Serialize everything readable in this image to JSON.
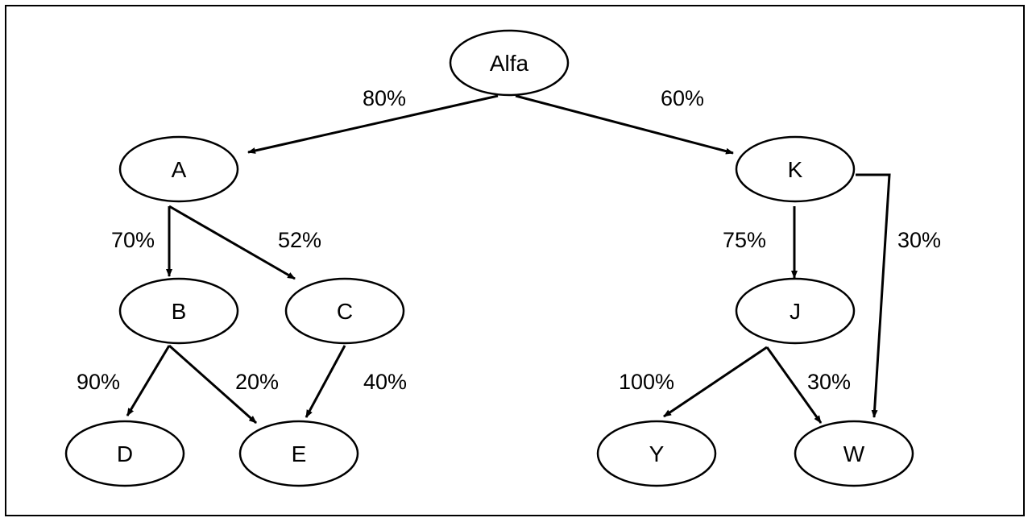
{
  "nodes": [
    {
      "id": "alfa",
      "label": "Alfa"
    },
    {
      "id": "a",
      "label": "A"
    },
    {
      "id": "k",
      "label": "K"
    },
    {
      "id": "b",
      "label": "B"
    },
    {
      "id": "c",
      "label": "C"
    },
    {
      "id": "j",
      "label": "J"
    },
    {
      "id": "d",
      "label": "D"
    },
    {
      "id": "e",
      "label": "E"
    },
    {
      "id": "y",
      "label": "Y"
    },
    {
      "id": "w",
      "label": "W"
    }
  ],
  "edges": [
    {
      "from": "alfa",
      "to": "a",
      "label": "80%"
    },
    {
      "from": "alfa",
      "to": "k",
      "label": "60%"
    },
    {
      "from": "a",
      "to": "b",
      "label": "70%"
    },
    {
      "from": "a",
      "to": "c",
      "label": "52%"
    },
    {
      "from": "b",
      "to": "d",
      "label": "90%"
    },
    {
      "from": "b",
      "to": "e",
      "label": "20%"
    },
    {
      "from": "c",
      "to": "e",
      "label": "40%"
    },
    {
      "from": "k",
      "to": "j",
      "label": "75%"
    },
    {
      "from": "k",
      "to": "w",
      "label": "30%"
    },
    {
      "from": "j",
      "to": "y",
      "label": "100%"
    },
    {
      "from": "j",
      "to": "w",
      "label": "30%"
    }
  ]
}
